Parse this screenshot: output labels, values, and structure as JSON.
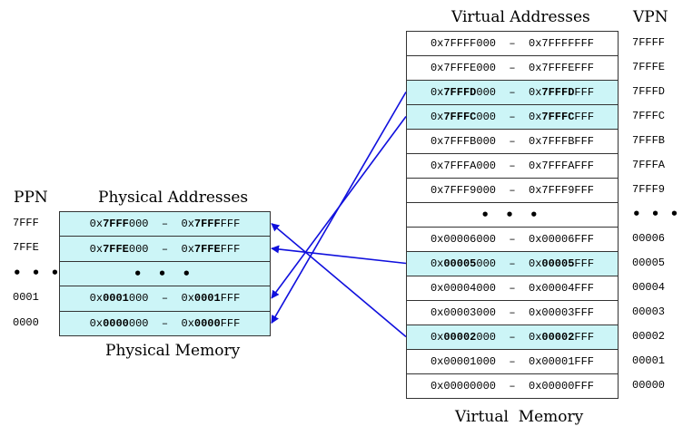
{
  "physical": {
    "title": "Physical Addresses",
    "footer": "Physical Memory",
    "ppn_header": "PPN",
    "rows": [
      {
        "ppn": "7FFF",
        "start_pre": "0x",
        "start_bold": "7FFF",
        "start_post": "000",
        "end_pre": "0x",
        "end_bold": "7FFF",
        "end_post": "FFF",
        "highlight": true
      },
      {
        "ppn": "7FFE",
        "start_pre": "0x",
        "start_bold": "7FFE",
        "start_post": "000",
        "end_pre": "0x",
        "end_bold": "7FFE",
        "end_post": "FFF",
        "highlight": true
      },
      {
        "ppn": "• • •",
        "dots": "• • •",
        "highlight": true
      },
      {
        "ppn": "0001",
        "start_pre": "0x",
        "start_bold": "0001",
        "start_post": "000",
        "end_pre": "0x",
        "end_bold": "0001",
        "end_post": "FFF",
        "highlight": true
      },
      {
        "ppn": "0000",
        "start_pre": "0x",
        "start_bold": "0000",
        "start_post": "000",
        "end_pre": "0x",
        "end_bold": "0000",
        "end_post": "FFF",
        "highlight": true
      }
    ]
  },
  "virtual": {
    "title": "Virtual Addresses",
    "footer": "Virtual  Memory",
    "vpn_header": "VPN",
    "rows": [
      {
        "vpn": "7FFFF",
        "start": "0x7FFFF000",
        "end": "0x7FFFFFFF",
        "highlight": false
      },
      {
        "vpn": "7FFFE",
        "start": "0x7FFFE000",
        "end": "0x7FFFEFFF",
        "highlight": false
      },
      {
        "vpn": "7FFFD",
        "start_pre": "0x",
        "start_bold": "7FFFD",
        "start_post": "000",
        "end_pre": "0x",
        "end_bold": "7FFFD",
        "end_post": "FFF",
        "highlight": true
      },
      {
        "vpn": "7FFFC",
        "start_pre": "0x",
        "start_bold": "7FFFC",
        "start_post": "000",
        "end_pre": "0x",
        "end_bold": "7FFFC",
        "end_post": "FFF",
        "highlight": true
      },
      {
        "vpn": "7FFFB",
        "start": "0x7FFFB000",
        "end": "0x7FFFBFFF",
        "highlight": false
      },
      {
        "vpn": "7FFFA",
        "start": "0x7FFFA000",
        "end": "0x7FFFAFFF",
        "highlight": false
      },
      {
        "vpn": "7FFF9",
        "start": "0x7FFF9000",
        "end": "0x7FFF9FFF",
        "highlight": false
      },
      {
        "vpn": "• • •",
        "dots": "• • •",
        "highlight": false
      },
      {
        "vpn": "00006",
        "start": "0x00006000",
        "end": "0x00006FFF",
        "highlight": false
      },
      {
        "vpn": "00005",
        "start_pre": "0x",
        "start_bold": "00005",
        "start_post": "000",
        "end_pre": "0x",
        "end_bold": "00005",
        "end_post": "FFF",
        "highlight": true
      },
      {
        "vpn": "00004",
        "start": "0x00004000",
        "end": "0x00004FFF",
        "highlight": false
      },
      {
        "vpn": "00003",
        "start": "0x00003000",
        "end": "0x00003FFF",
        "highlight": false
      },
      {
        "vpn": "00002",
        "start_pre": "0x",
        "start_bold": "00002",
        "start_post": "000",
        "end_pre": "0x",
        "end_bold": "00002",
        "end_post": "FFF",
        "highlight": true
      },
      {
        "vpn": "00001",
        "start": "0x00001000",
        "end": "0x00001FFF",
        "highlight": false
      },
      {
        "vpn": "00000",
        "start": "0x00000000",
        "end": "0x00000FFF",
        "highlight": false
      }
    ]
  },
  "mappings": [
    {
      "from_vpn": "7FFFD",
      "to_ppn": "0000"
    },
    {
      "from_vpn": "7FFFC",
      "to_ppn": "0001"
    },
    {
      "from_vpn": "00005",
      "to_ppn": "7FFE"
    },
    {
      "from_vpn": "00002",
      "to_ppn": "7FFF"
    }
  ],
  "colors": {
    "highlight": "#ccf5f7",
    "arrow": "#1010dd",
    "border": "#333333"
  }
}
